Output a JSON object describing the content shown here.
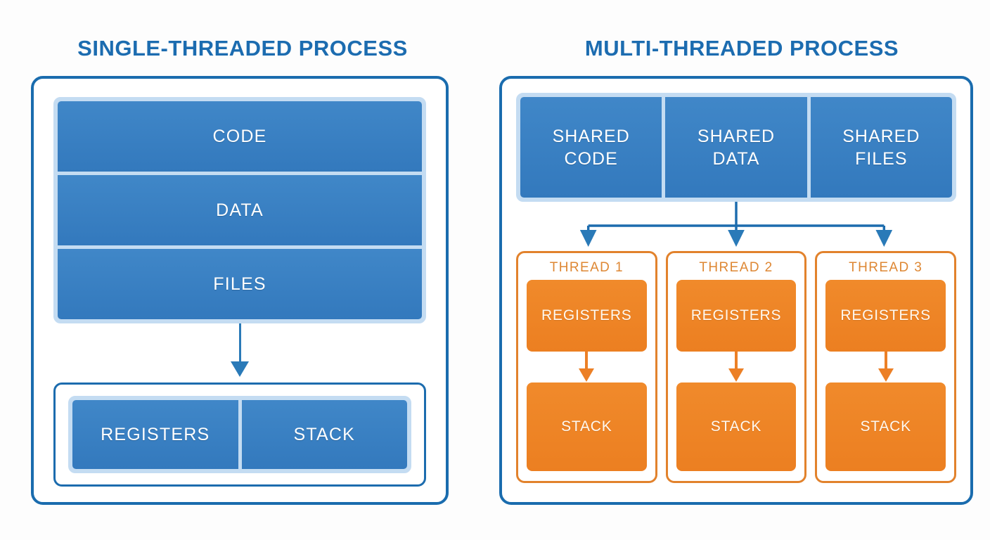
{
  "colors": {
    "title_blue": "#1c6cb0",
    "panel_border_blue": "#1a6cae",
    "block_blue": "#3a80c4",
    "divider_light_blue": "#c4dcf2",
    "thread_orange": "#ec8026",
    "thread_border_orange": "#e2822c",
    "thread_label_orange": "#de8733",
    "background": "#fdfdfd"
  },
  "single_threaded": {
    "title": "SINGLE-THREADED PROCESS",
    "memory_blocks": [
      {
        "label": "CODE"
      },
      {
        "label": "DATA"
      },
      {
        "label": "FILES"
      }
    ],
    "arrow": "down-arrow",
    "thread_local": [
      {
        "label": "REGISTERS"
      },
      {
        "label": "STACK"
      }
    ]
  },
  "multi_threaded": {
    "title": "MULTI-THREADED PROCESS",
    "shared_blocks": [
      {
        "line1": "SHARED",
        "line2": "CODE"
      },
      {
        "line1": "SHARED",
        "line2": "DATA"
      },
      {
        "line1": "SHARED",
        "line2": "FILES"
      }
    ],
    "connector": "fan-out-three-arrows",
    "threads": [
      {
        "label": "THREAD 1",
        "registers": "REGISTERS",
        "stack": "STACK"
      },
      {
        "label": "THREAD 2",
        "registers": "REGISTERS",
        "stack": "STACK"
      },
      {
        "label": "THREAD 3",
        "registers": "REGISTERS",
        "stack": "STACK"
      }
    ]
  }
}
